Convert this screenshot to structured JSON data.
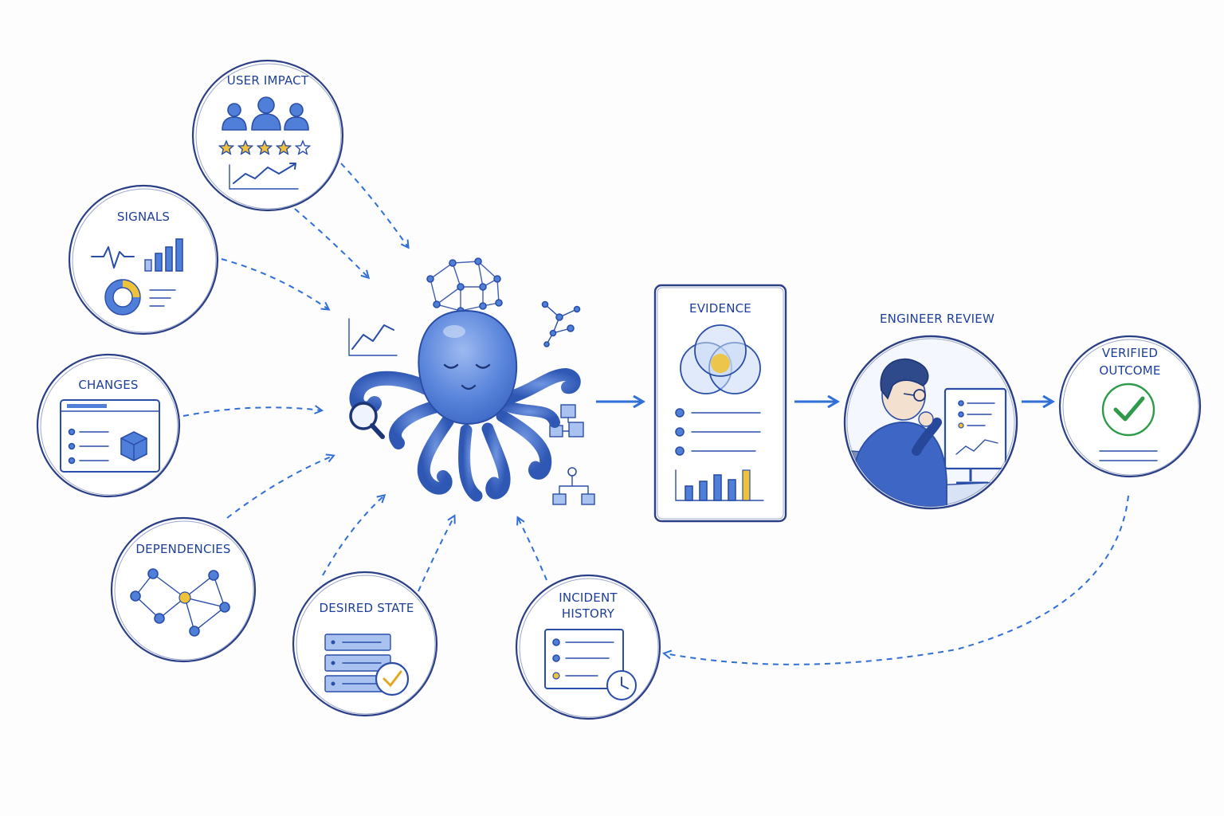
{
  "nodes": {
    "user_impact": "USER IMPACT",
    "signals": "SIGNALS",
    "changes": "CHANGES",
    "dependencies": "DEPENDENCIES",
    "desired_state": "DESIRED STATE",
    "incident_history_line1": "INCIDENT",
    "incident_history_line2": "HISTORY",
    "evidence": "EVIDENCE",
    "engineer_review": "ENGINEER REVIEW",
    "verified_outcome_line1": "VERIFIED",
    "verified_outcome_line2": "OUTCOME"
  },
  "user_impact_rating": {
    "filled_stars": 4,
    "total_stars": 5
  },
  "colors": {
    "ink": "#2a4ea8",
    "accent_blue": "#2f6fd6",
    "octopus_blue": "#5b86dc",
    "highlight_gold": "#f0c23a",
    "check_green": "#2e9a4a"
  },
  "icons": {
    "user_impact": [
      "users-icon",
      "star-rating-icon",
      "trend-chart-icon"
    ],
    "signals": [
      "heartbeat-icon",
      "bar-chart-icon",
      "donut-chart-icon",
      "list-lines-icon"
    ],
    "changes": [
      "browser-window-icon",
      "cube-icon"
    ],
    "dependencies": [
      "network-graph-icon"
    ],
    "desired_state": [
      "server-stack-icon",
      "check-badge-icon"
    ],
    "incident_history": [
      "list-panel-icon",
      "clock-icon"
    ],
    "center": [
      "octopus-mascot",
      "magnifier-icon",
      "knowledge-graph-icon",
      "trend-chart-icon",
      "flowchart-icon",
      "hierarchy-icon",
      "scatter-network-icon"
    ],
    "evidence": [
      "venn-diagram-icon",
      "bullet-list-icon",
      "bar-chart-icon"
    ],
    "engineer_review": [
      "engineer-at-monitor-illustration"
    ],
    "verified_outcome": [
      "checkmark-icon"
    ]
  }
}
